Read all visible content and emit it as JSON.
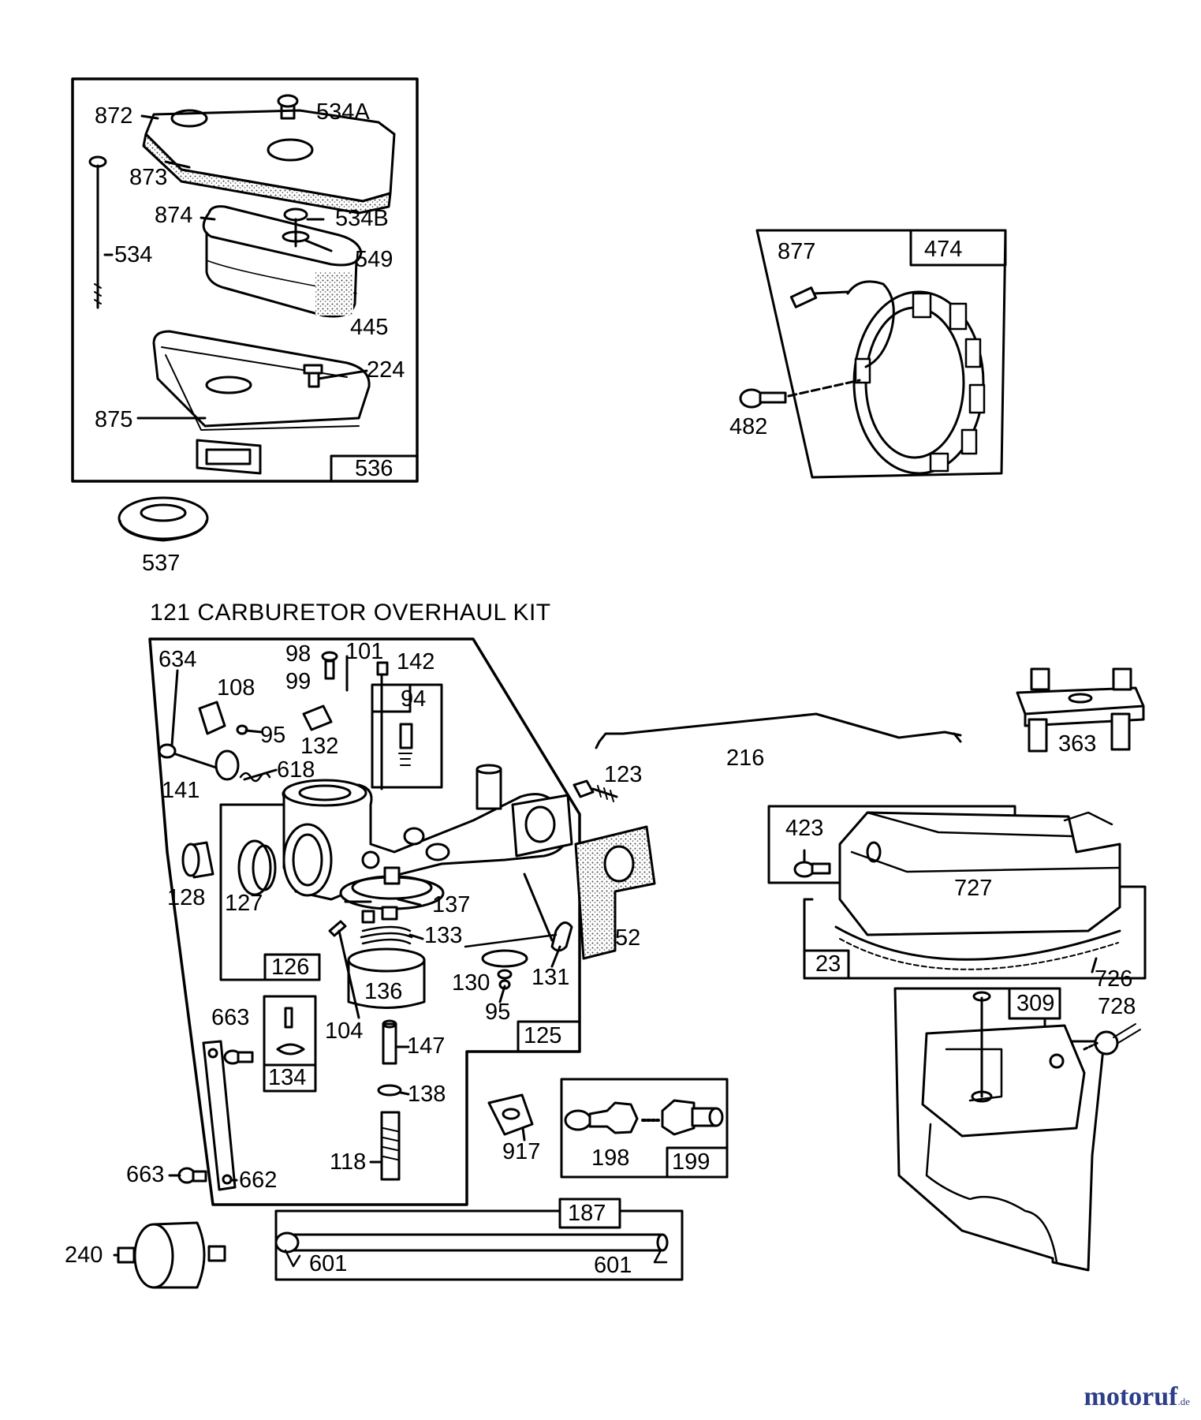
{
  "kit_title": "121 CARBURETOR OVERHAUL KIT",
  "watermark": {
    "main": "motoruf",
    "suffix": ".de"
  },
  "labels": {
    "p872": "872",
    "p534A": "534A",
    "p873": "873",
    "p874": "874",
    "p534B": "534B",
    "p534": "534",
    "p549": "549",
    "p445": "445",
    "p224": "224",
    "p875": "875",
    "p536": "536",
    "p537": "537",
    "p877": "877",
    "p474": "474",
    "p482": "482",
    "p634": "634",
    "p108": "108",
    "p95a": "95",
    "p98": "98",
    "p99": "99",
    "p101": "101",
    "p142": "142",
    "p94": "94",
    "p132": "132",
    "p141": "141",
    "p618": "618",
    "p128": "128",
    "p127": "127",
    "p137": "137",
    "p133": "133",
    "p126": "126",
    "p136": "136",
    "p104": "104",
    "p130": "130",
    "p95b": "95",
    "p131": "131",
    "p125": "125",
    "p52": "52",
    "p123": "123",
    "p216": "216",
    "p663a": "663",
    "p134": "134",
    "p147": "147",
    "p138": "138",
    "p118": "118",
    "p663b": "663",
    "p662": "662",
    "p917": "917",
    "p198": "198",
    "p199": "199",
    "p240": "240",
    "p187": "187",
    "p601a": "601",
    "p601b": "601",
    "p363": "363",
    "p423": "423",
    "p727": "727",
    "p23": "23",
    "p726": "726",
    "p309": "309",
    "p728": "728"
  },
  "colors": {
    "ink": "#000000",
    "paper": "#ffffff",
    "stipple": "#555555",
    "watermark": "#2d3f8a",
    "watermark_dot": "#e2231a"
  }
}
